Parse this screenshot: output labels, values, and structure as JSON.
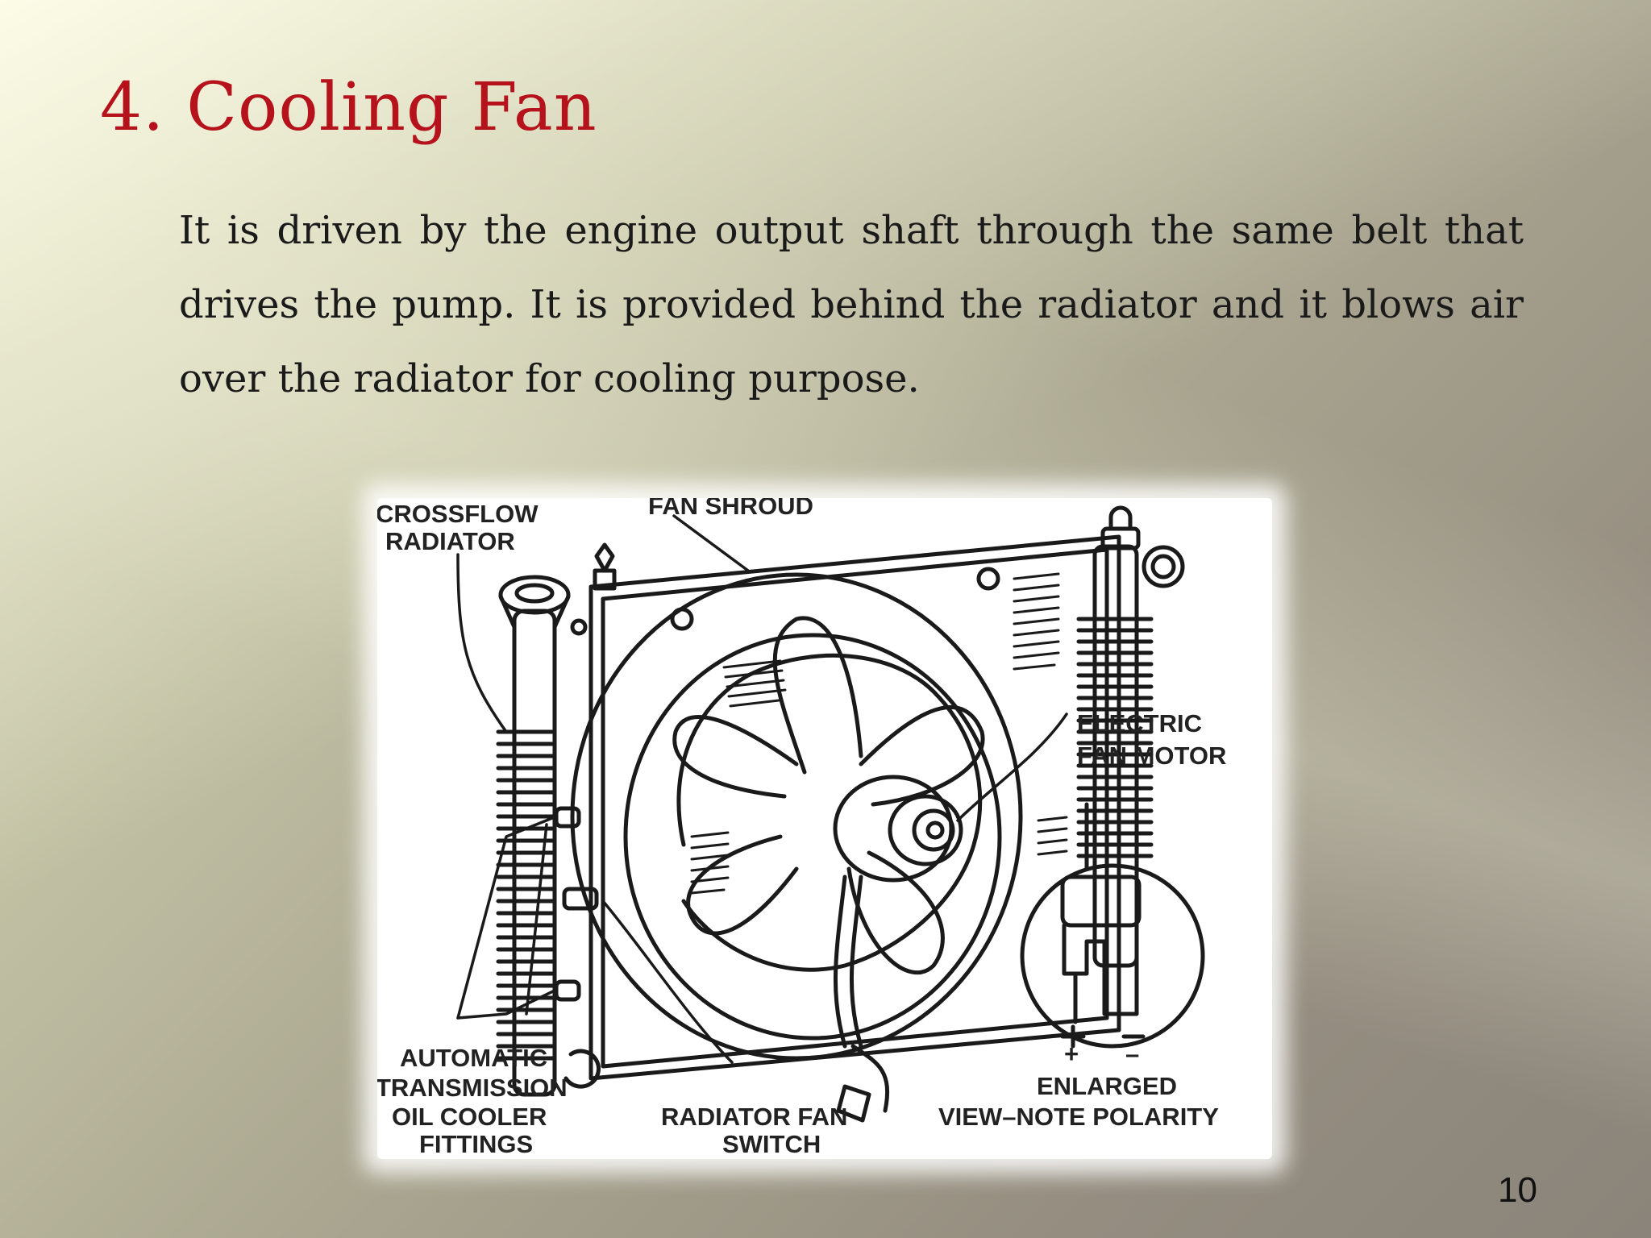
{
  "slide": {
    "title": "4. Cooling Fan",
    "body": "It is driven by the engine output shaft through the same belt that drives the pump. It is provided behind the radiator and it blows air over the radiator for cooling purpose.",
    "page_number": "10"
  },
  "figure": {
    "labels": {
      "crossflow_radiator_1": "CROSSFLOW",
      "crossflow_radiator_2": "RADIATOR",
      "fan_shroud": "FAN SHROUD",
      "electric_fan_motor_1": "ELECTRIC",
      "electric_fan_motor_2": "FAN MOTOR",
      "oil_cooler_1": "AUTOMATIC",
      "oil_cooler_2": "TRANSMISSION",
      "oil_cooler_3": "OIL COOLER",
      "oil_cooler_4": "FITTINGS",
      "fan_switch_1": "RADIATOR FAN",
      "fan_switch_2": "SWITCH",
      "enlarged_1": "ENLARGED",
      "enlarged_2": "VIEW–NOTE POLARITY",
      "plus": "+",
      "minus": "–"
    }
  }
}
